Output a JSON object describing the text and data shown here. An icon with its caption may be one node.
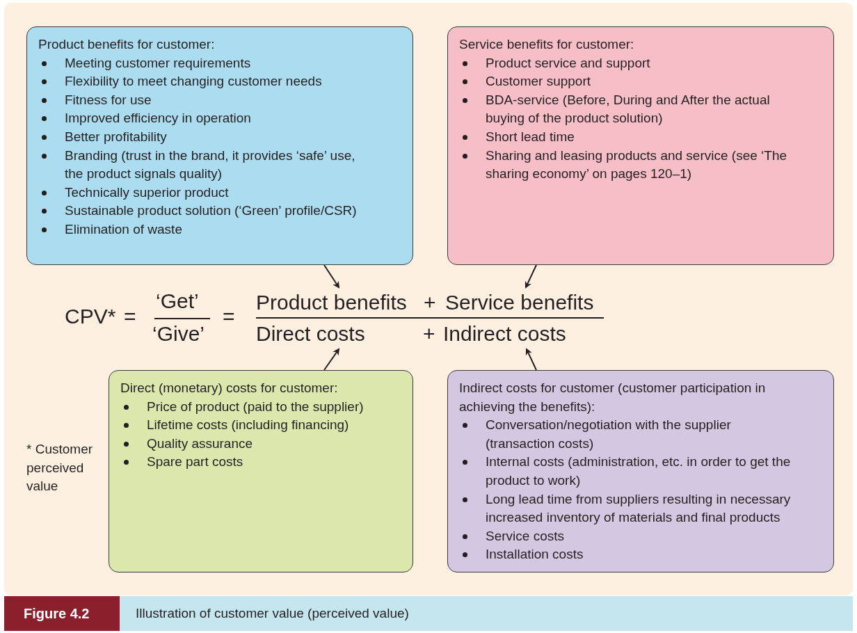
{
  "diagram": {
    "caption": "Illustration of customer value (perceived value)",
    "nodes": [
      {
        "text": [
          "Product benefits for customer:",
          "Meeting customer requirements",
          "Flexibility to meet changing customer needs",
          "Fitness for use",
          "Improved efficiency in operation",
          "Better profitability",
          "Branding (trust in the brand, it provides ‘safe’ use, the product signals quality)",
          "Technically superior product",
          "Sustainable product solution (‘Green’ profile/CSR)",
          "Elimination of waste"
        ]
      },
      {
        "text": [
          "Service benefits for customer:",
          "Product service and support",
          "Customer support",
          "BDA-service (Before, During and After the actual buying of the product solution)",
          "Short lead time",
          "Sharing and leasing products and service (see ‘The sharing economy’ on pages 120–1)"
        ]
      },
      {
        "text": [
          "Direct (monetary) costs for customer:",
          "Price of product (paid to the supplier)",
          "Lifetime costs (including financing)",
          "Quality assurance",
          "Spare part costs"
        ]
      },
      {
        "text": [
          "Indirect costs for customer (customer participation in achieving the benefits):",
          "Conversation/negotiation with the supplier (transaction costs)",
          "Internal costs (administration, etc. in order to get the product to work)",
          "Long lead time from suppliers resulting in necessary increased inventory of materials and final products",
          "Service costs",
          "Installation costs"
        ]
      },
      {
        "text": [
          "Product benefits"
        ]
      },
      {
        "text": [
          "Service benefits"
        ]
      },
      {
        "text": [
          "Direct costs"
        ]
      },
      {
        "text": [
          "Indirect costs"
        ]
      }
    ],
    "edges": [
      {
        "from": 0,
        "to": 4,
        "arrow": "to"
      },
      {
        "from": 1,
        "to": 5,
        "arrow": "to"
      },
      {
        "from": 2,
        "to": 6,
        "arrow": "to"
      },
      {
        "from": 3,
        "to": 7,
        "arrow": "to"
      }
    ],
    "labels": [
      "CPV*",
      "=",
      "‘Get’",
      "‘Give’",
      "=",
      "+",
      "+",
      "* Customer perceived value",
      "Figure 4.2"
    ]
  }
}
